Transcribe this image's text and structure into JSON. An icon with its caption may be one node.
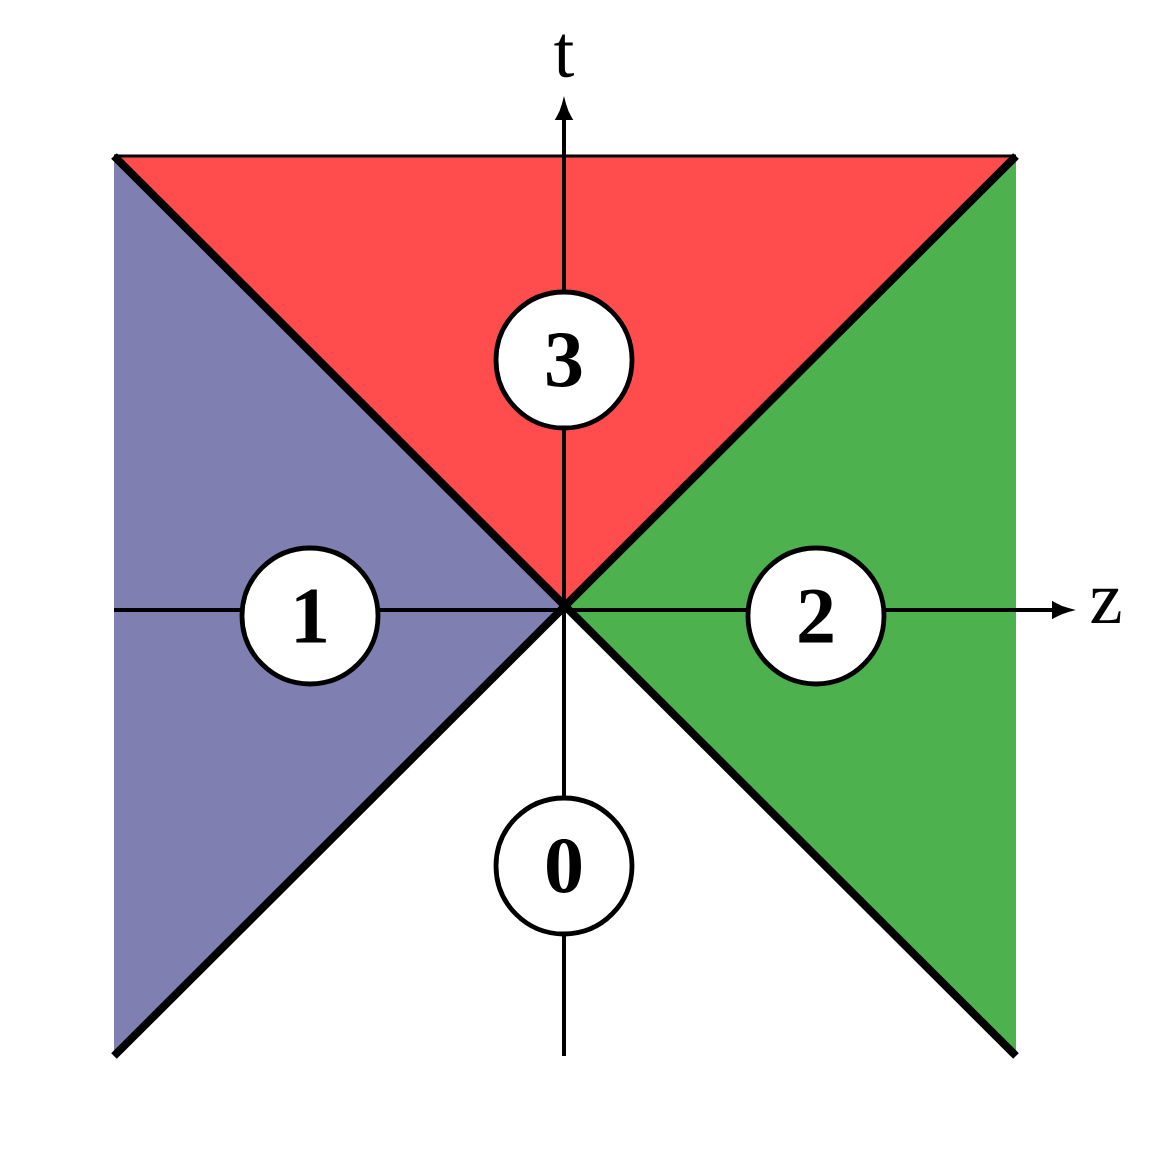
{
  "diagram": {
    "nodes": [
      {
        "text": [
          "3"
        ]
      },
      {
        "text": [
          "1"
        ]
      },
      {
        "text": [
          "2"
        ]
      },
      {
        "text": [
          "0"
        ]
      }
    ],
    "labels": [
      "t",
      "z"
    ]
  }
}
